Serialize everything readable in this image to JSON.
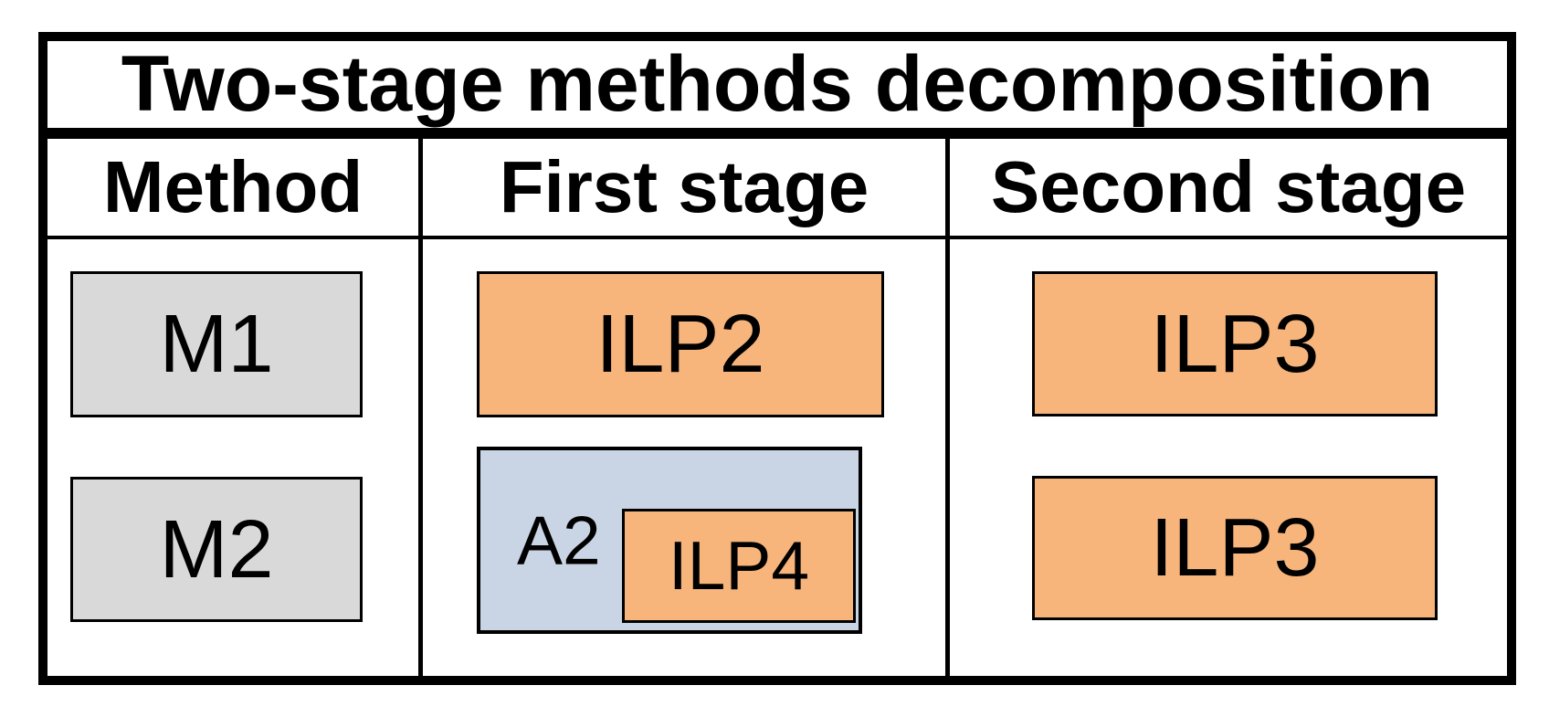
{
  "title": "Two-stage methods decomposition",
  "headers": {
    "method": "Method",
    "first_stage": "First stage",
    "second_stage": "Second stage"
  },
  "rows": [
    {
      "method": "M1",
      "first_stage": "ILP2",
      "second_stage": "ILP3"
    },
    {
      "method": "M2",
      "first_stage_container": "A2",
      "first_stage_inner": "ILP4",
      "second_stage": "ILP3"
    }
  ],
  "colors": {
    "orange_box": "#F7B57C",
    "blue_box": "#C9D5E4",
    "gray_box": "#D9D9D9",
    "border": "#000000",
    "background": "#FFFFFF"
  }
}
